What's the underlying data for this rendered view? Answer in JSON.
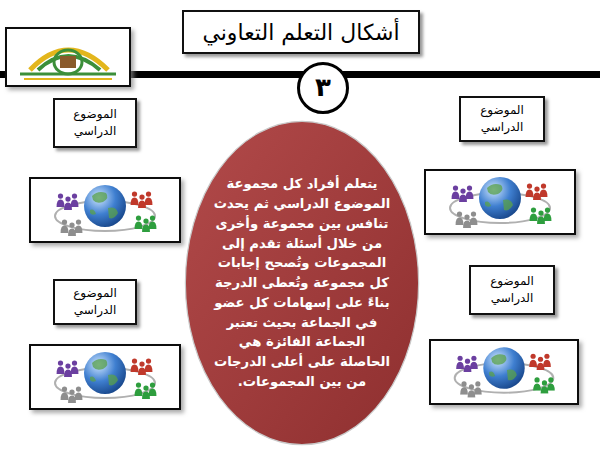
{
  "diagram": {
    "title": "أشكال التعلم التعاوني",
    "nodes": [
      {
        "text": [
          "٣"
        ]
      },
      {
        "text": [
          "الموضوع الدراسي"
        ]
      },
      {
        "text": [
          "الموضوع الدراسي"
        ]
      },
      {
        "text": [
          "يتعلم أفراد كل مجموعة الموضوع الدراسي ثم يحدث تنافس بين مجموعة وأخرى من خلال أسئلة تقدم إلى المجموعات وتُصحح إجابات كل مجموعة وتُعطى الدرجة بناءً على إسهامات كل عضو في الجماعة بحيث تعتبر الجماعة الفائزة هي الحاصلة على أعلى الدرجات من بين المجموعات."
        ]
      },
      {
        "text": [
          "الموضوع الدراسي"
        ]
      },
      {
        "text": [
          "الموضوع الدراسي"
        ]
      }
    ]
  }
}
